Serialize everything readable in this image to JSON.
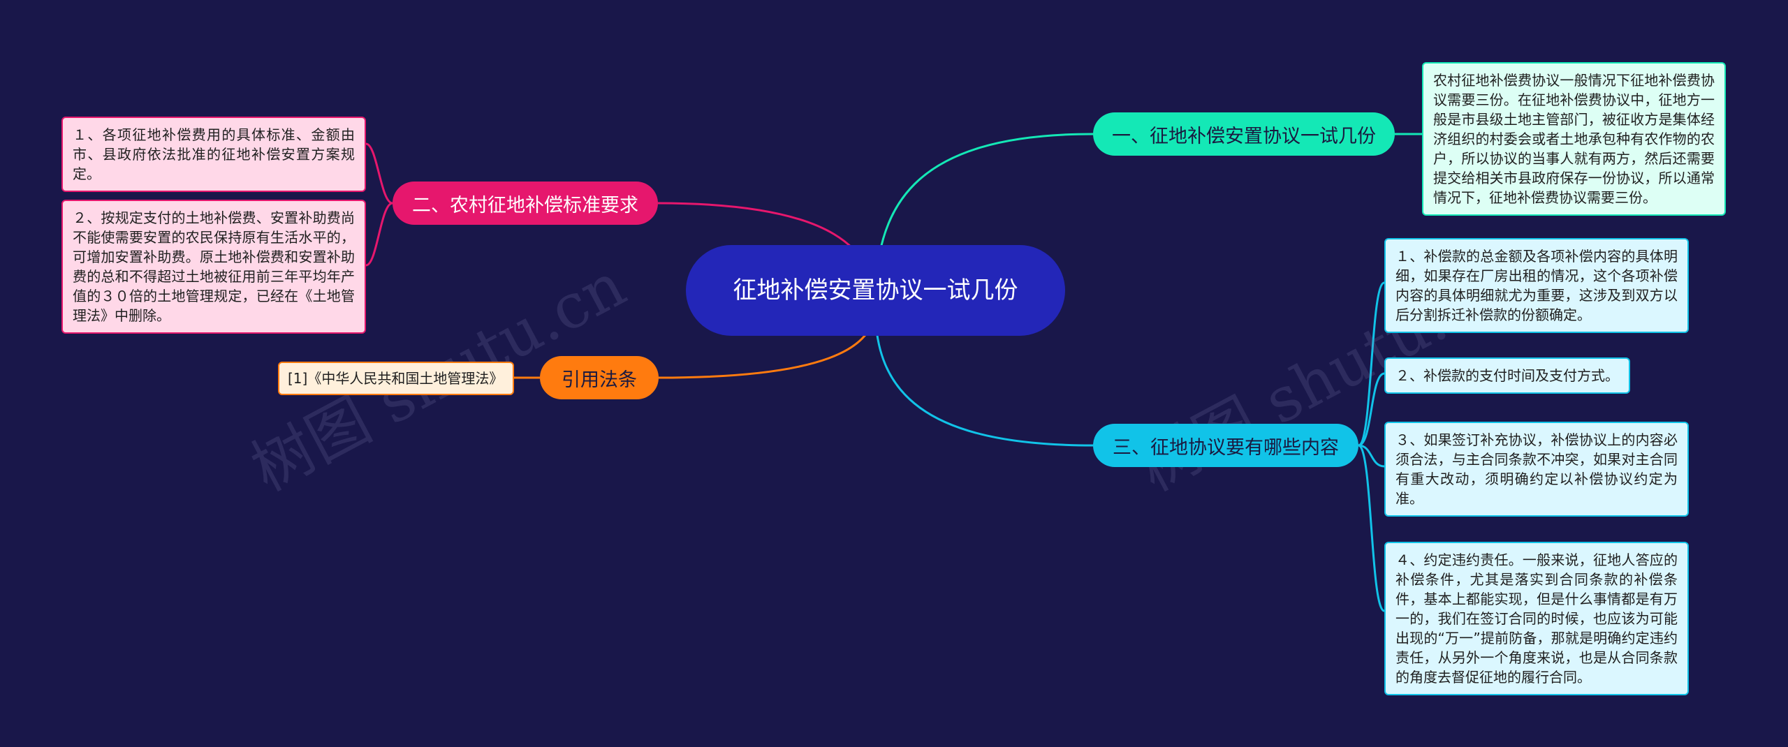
{
  "colors": {
    "background": "#19174a",
    "center": "#2326b8",
    "branch1": "#14e8b6",
    "branch2": "#e6176d",
    "branch3": "#ff7b0f",
    "branch4": "#11c3e8"
  },
  "center": {
    "title": "征地补偿安置协议一试几份"
  },
  "branches": [
    {
      "label": "一、征地补偿安置协议一试几份",
      "leaves": [
        "农村征地补偿费协议一般情况下征地补偿费协议需要三份。在征地补偿费协议中，征地方一般是市县级土地主管部门，被征收方是集体经济组织的村委会或者土地承包种有农作物的农户，所以协议的当事人就有两方，然后还需要提交给相关市县政府保存一份协议，所以通常情况下，征地补偿费协议需要三份。"
      ]
    },
    {
      "label": "二、农村征地补偿标准要求",
      "leaves": [
        "１、各项征地补偿费用的具体标准、金额由市、县政府依法批准的征地补偿安置方案规定。",
        "２、按规定支付的土地补偿费、安置补助费尚不能使需要安置的农民保持原有生活水平的，可增加安置补助费。原土地补偿费和安置补助费的总和不得超过土地被征用前三年平均年产值的３０倍的土地管理规定，已经在《土地管理法》中删除。"
      ]
    },
    {
      "label": "引用法条",
      "leaves": [
        "[1]《中华人民共和国土地管理法》"
      ]
    },
    {
      "label": "三、征地协议要有哪些内容",
      "leaves": [
        "１、补偿款的总金额及各项补偿内容的具体明细，如果存在厂房出租的情况，这个各项补偿内容的具体明细就尤为重要，这涉及到双方以后分割拆迁补偿款的份额确定。",
        "２、补偿款的支付时间及支付方式。",
        "３、如果签订补充协议，补偿协议上的内容必须合法，与主合同条款不冲突，如果对主合同有重大改动，须明确约定以补偿协议约定为准。",
        "４、约定违约责任。一般来说，征地人答应的补偿条件，尤其是落实到合同条款的补偿条件，基本上都能实现，但是什么事情都是有万一的，我们在签订合同的时候，也应该为可能出现的“万一”提前防备，那就是明确约定违约责任，从另外一个角度来说，也是从合同条款的角度去督促征地的履行合同。"
      ]
    }
  ],
  "watermark": {
    "text": "树图 shutu.cn"
  }
}
